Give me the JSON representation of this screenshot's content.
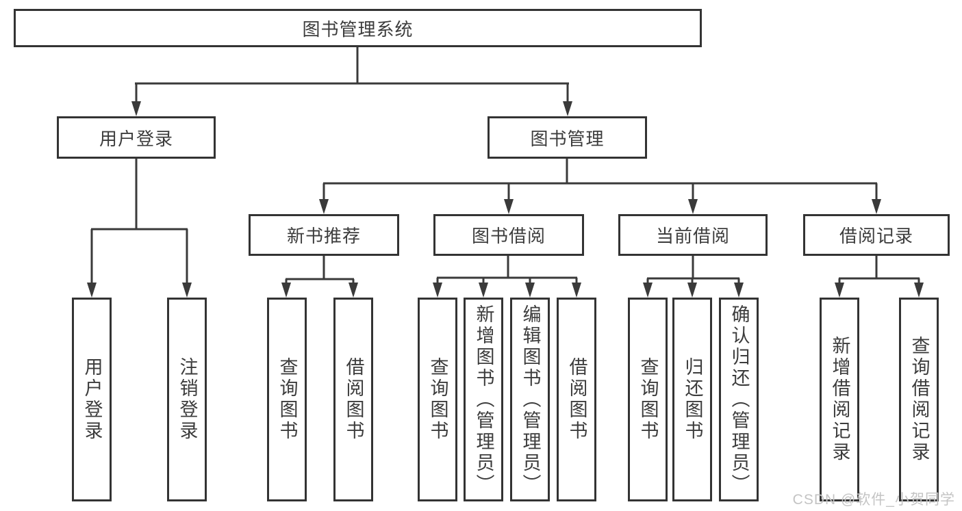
{
  "diagram": {
    "root": {
      "label": "图书管理系统"
    },
    "children": [
      {
        "label": "用户登录",
        "children": [
          {
            "label": "用户登录"
          },
          {
            "label": "注销登录"
          }
        ]
      },
      {
        "label": "图书管理",
        "children": [
          {
            "label": "新书推荐",
            "children": [
              {
                "label": "查询图书"
              },
              {
                "label": "借阅图书"
              }
            ]
          },
          {
            "label": "图书借阅",
            "children": [
              {
                "label": "查询图书"
              },
              {
                "label": "新增图书（管理员）"
              },
              {
                "label": "编辑图书（管理员）"
              },
              {
                "label": "借阅图书"
              }
            ]
          },
          {
            "label": "当前借阅",
            "children": [
              {
                "label": "查询图书"
              },
              {
                "label": "归还图书"
              },
              {
                "label": "确认归还（管理员）"
              }
            ]
          },
          {
            "label": "借阅记录",
            "children": [
              {
                "label": "新增借阅记录"
              },
              {
                "label": "查询借阅记录"
              }
            ]
          }
        ]
      }
    ]
  },
  "watermark": {
    "text": "CSDN @软件_小贺同学"
  },
  "colors": {
    "line": "#3a3a3a",
    "box_border": "#333333",
    "text": "#3c3c3c",
    "watermark": "#c4c4c4",
    "background": "#ffffff"
  }
}
